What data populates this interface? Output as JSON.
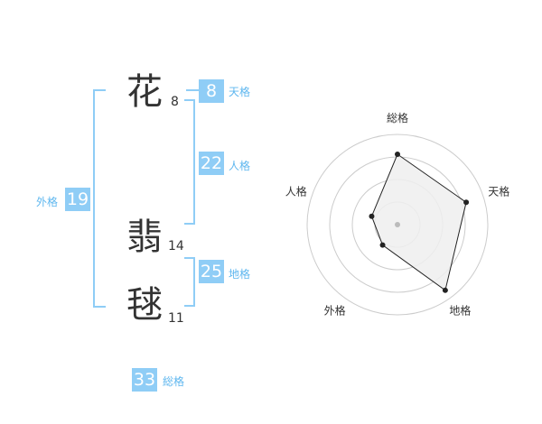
{
  "characters": [
    {
      "char": "花",
      "strokes": "8"
    },
    {
      "char": "翡",
      "strokes": "14"
    },
    {
      "char": "毬",
      "strokes": "11"
    }
  ],
  "kaku": {
    "tenkaku": {
      "value": "8",
      "label": "天格"
    },
    "jinkaku": {
      "value": "22",
      "label": "人格"
    },
    "chikaku": {
      "value": "25",
      "label": "地格"
    },
    "gaikaku": {
      "value": "19",
      "label": "外格"
    },
    "soukaku": {
      "value": "33",
      "label": "総格"
    }
  },
  "colors": {
    "badge": "#8fcdf6",
    "label": "#5fb7ef",
    "text": "#333333",
    "radar_grid": "#cccccc",
    "radar_fill": "#eeeeee",
    "radar_line": "#222222"
  },
  "chart_data": {
    "type": "radar",
    "axes": [
      "総格",
      "天格",
      "地格",
      "外格",
      "人格"
    ],
    "values": [
      0.78,
      0.8,
      0.9,
      0.28,
      0.3
    ],
    "range": [
      0,
      1
    ],
    "rings": 4
  }
}
